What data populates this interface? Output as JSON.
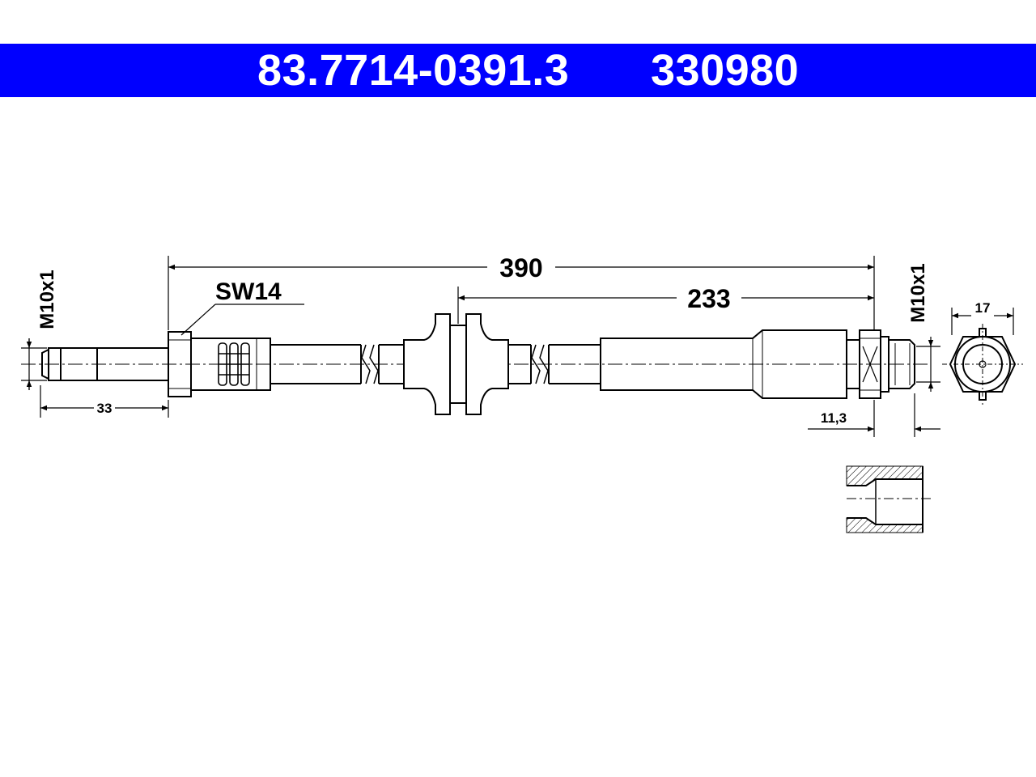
{
  "header": {
    "part_number": "83.7714-0391.3",
    "ref_number": "330980",
    "band_color": "#0000ff",
    "text_color": "#ffffff"
  },
  "dimensions": {
    "overall_length": "390",
    "bracket_to_end": "233",
    "wrench_size": "SW14",
    "left_thread": "M10x1",
    "right_thread": "M10x1",
    "left_fitting_length": "33",
    "right_fitting_length": "11,3",
    "hex_across_flats": "17"
  }
}
